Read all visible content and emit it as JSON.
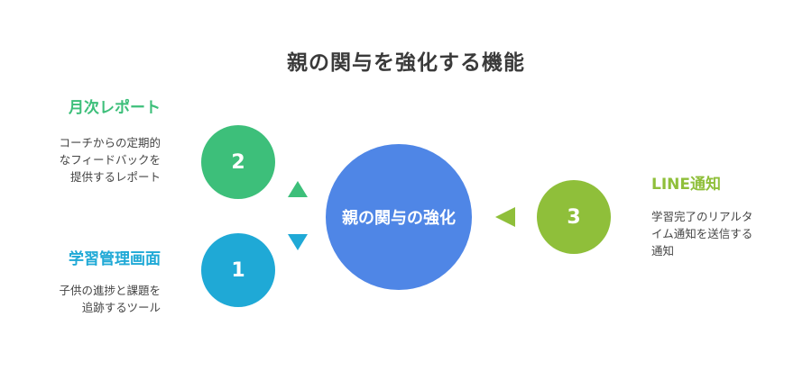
{
  "title": "親の関与を強化する機能",
  "center": {
    "label": "親の関与の強化",
    "color": "#4f86e6"
  },
  "items": [
    {
      "number": "1",
      "title": "学習管理画面",
      "desc_lines": [
        "子供の進捗と課題を",
        "追跡するツール"
      ],
      "color": "#1fa9d6"
    },
    {
      "number": "2",
      "title": "月次レポート",
      "desc_lines": [
        "コーチからの定期的",
        "なフィードバックを",
        "提供するレポート"
      ],
      "color": "#3dbf7a"
    },
    {
      "number": "3",
      "title": "LINE通知",
      "desc_lines": [
        "学習完了のリアルタ",
        "イム通知を送信する",
        "通知"
      ],
      "color": "#8fbf3a"
    }
  ]
}
